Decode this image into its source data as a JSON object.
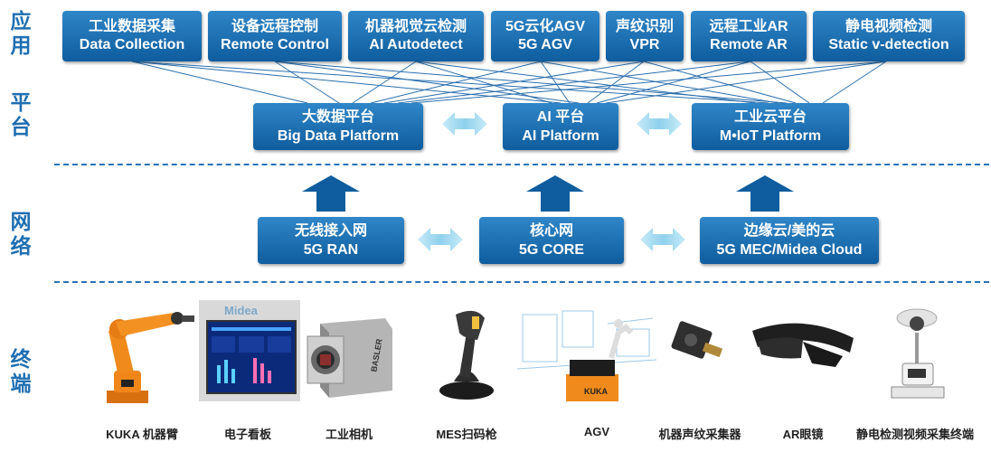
{
  "layers": {
    "application": "应用",
    "platform": "平台",
    "network": "网络",
    "terminal": "终端"
  },
  "applications": [
    {
      "zh": "工业数据采集",
      "en": "Data Collection"
    },
    {
      "zh": "设备远程控制",
      "en": "Remote Control"
    },
    {
      "zh": "机器视觉云检测",
      "en": "AI Autodetect"
    },
    {
      "zh": "5G云化AGV",
      "en": "5G AGV"
    },
    {
      "zh": "声纹识别",
      "en": "VPR"
    },
    {
      "zh": "远程工业AR",
      "en": "Remote AR"
    },
    {
      "zh": "静电视频检测",
      "en": "Static v-detection"
    }
  ],
  "platforms": [
    {
      "zh": "大数据平台",
      "en": "Big Data Platform"
    },
    {
      "zh": "AI 平台",
      "en": "AI Platform"
    },
    {
      "zh": "工业云平台",
      "en": "M•IoT Platform"
    }
  ],
  "networks": [
    {
      "zh": "无线接入网",
      "en": "5G RAN"
    },
    {
      "zh": "核心网",
      "en": "5G CORE"
    },
    {
      "zh": "边缘云/美的云",
      "en": "5G MEC/Midea Cloud"
    }
  ],
  "devices": [
    {
      "label": "KUKA 机器臂"
    },
    {
      "label": "电子看板",
      "screen_brand": "Midea"
    },
    {
      "label": "工业相机",
      "camera_brand": "BASLER"
    },
    {
      "label": "MES扫码枪"
    },
    {
      "label": "AGV",
      "agv_brand": "KUKA"
    },
    {
      "label": "机器声纹采集器"
    },
    {
      "label": "AR眼镜"
    },
    {
      "label": "静电检测视频采集终端"
    }
  ],
  "colors": {
    "box_top": "#2f86c8",
    "box_bottom": "#0f5d9e",
    "accent": "#1f6fb2",
    "arrow_light": "#9fd6ee"
  }
}
